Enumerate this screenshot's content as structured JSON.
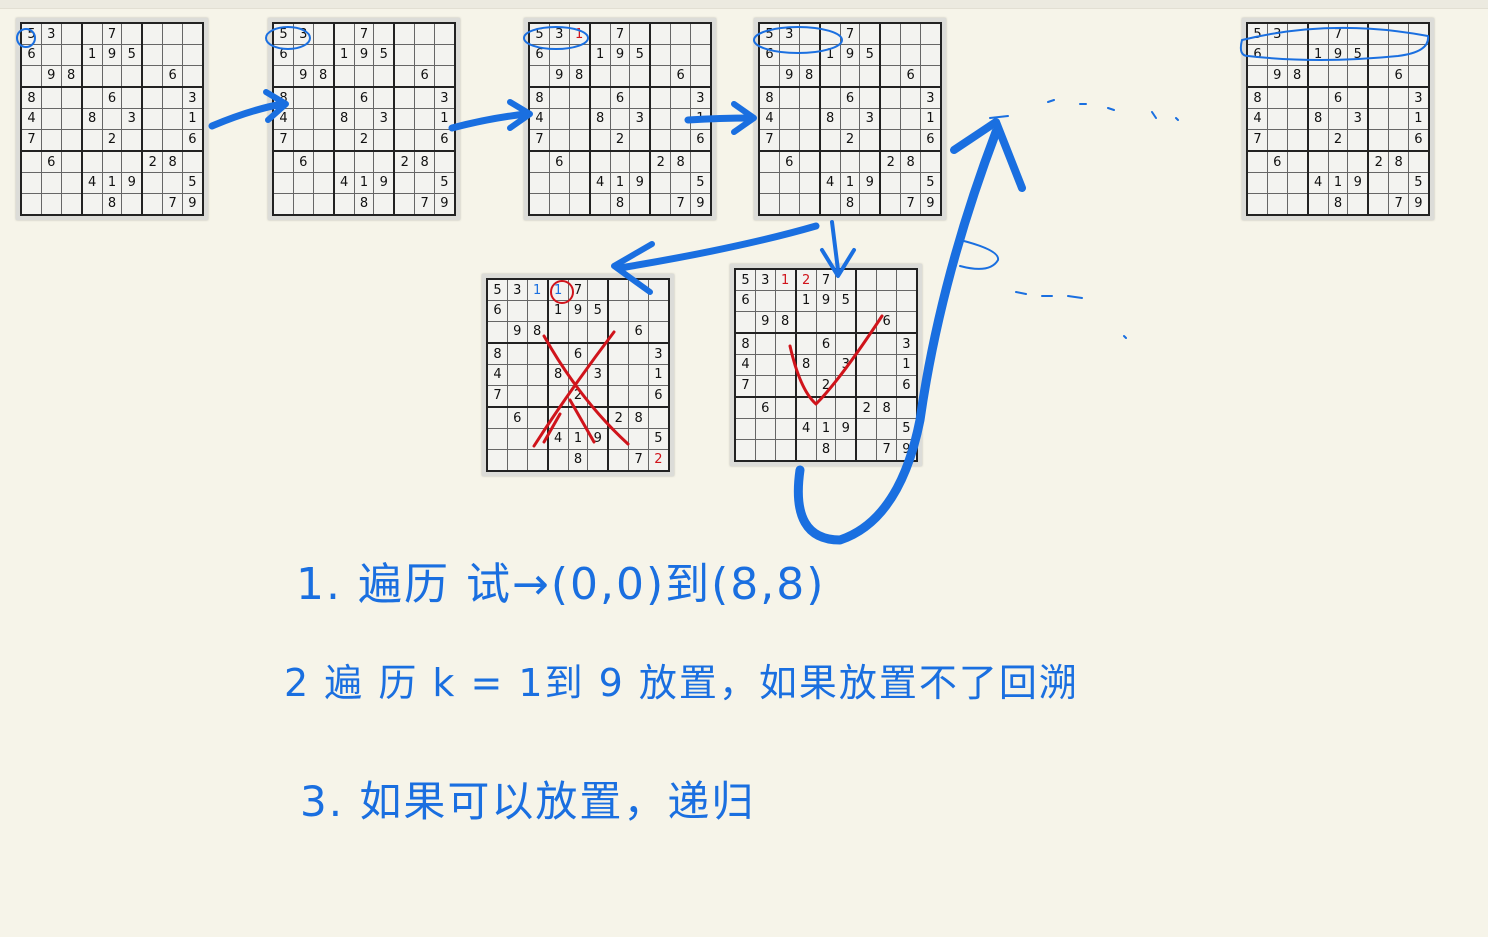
{
  "sudoku": {
    "puzzle": [
      [
        "5",
        "3",
        "",
        "",
        "7",
        "",
        "",
        "",
        ""
      ],
      [
        "6",
        "",
        "",
        "1",
        "9",
        "5",
        "",
        "",
        ""
      ],
      [
        "",
        "9",
        "8",
        "",
        "",
        "",
        "",
        "6",
        ""
      ],
      [
        "8",
        "",
        "",
        "",
        "6",
        "",
        "",
        "",
        "3"
      ],
      [
        "4",
        "",
        "",
        "8",
        "",
        "3",
        "",
        "",
        "1"
      ],
      [
        "7",
        "",
        "",
        "",
        "2",
        "",
        "",
        "",
        "6"
      ],
      [
        "",
        "6",
        "",
        "",
        "",
        "",
        "2",
        "8",
        ""
      ],
      [
        "",
        "",
        "",
        "4",
        "1",
        "9",
        "",
        "",
        "5"
      ],
      [
        "",
        "",
        "",
        "",
        "8",
        "",
        "",
        "7",
        "9"
      ]
    ]
  },
  "boards": [
    {
      "id": "step-1",
      "extras": []
    },
    {
      "id": "step-2",
      "extras": []
    },
    {
      "id": "step-3",
      "extras": [
        {
          "r": 0,
          "c": 2,
          "v": "1",
          "color": "red"
        }
      ]
    },
    {
      "id": "step-4",
      "extras": []
    },
    {
      "id": "failed-attempt",
      "extras": [
        {
          "r": 0,
          "c": 2,
          "v": "1",
          "color": "blue"
        },
        {
          "r": 0,
          "c": 3,
          "v": "1",
          "color": "blue"
        },
        {
          "r": 8,
          "c": 8,
          "v": "2",
          "color": "red"
        }
      ]
    },
    {
      "id": "successful-attempt",
      "extras": [
        {
          "r": 0,
          "c": 2,
          "v": "1",
          "color": "red"
        },
        {
          "r": 0,
          "c": 3,
          "v": "2",
          "color": "red"
        }
      ]
    },
    {
      "id": "final-board",
      "extras": []
    }
  ],
  "notes": [
    "1. 遍历 试→(0,0)到(8,8)",
    "2 遍 历 k = 1到 9 放置，如果放置不了回溯",
    "3. 如果可以放置，递归"
  ],
  "colors": {
    "ink_blue": "#1a6fe0",
    "ink_red": "#d0141b",
    "paper": "#f6f4e9"
  }
}
